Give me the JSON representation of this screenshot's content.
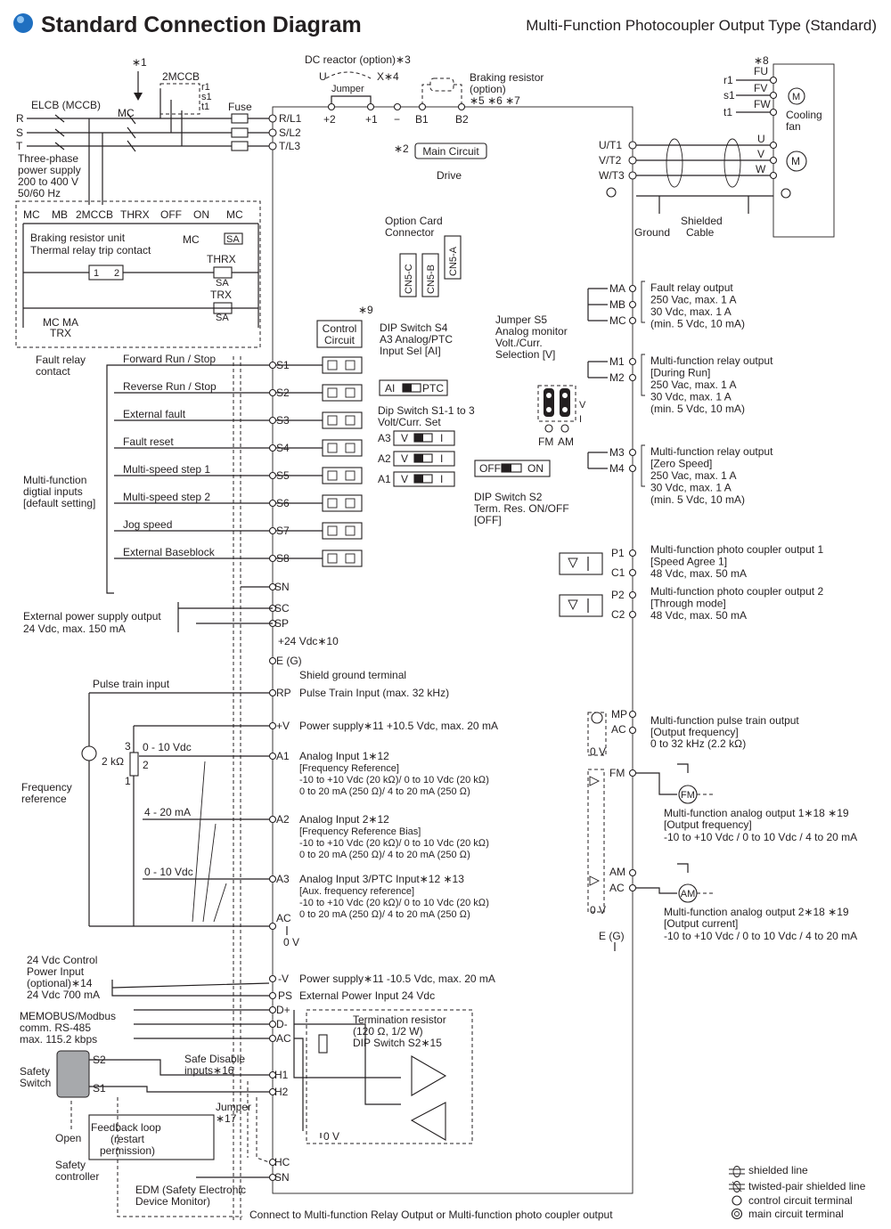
{
  "header": {
    "title": "Standard Connection Diagram",
    "subtitle": "Multi-Function Photocoupler Output Type (Standard)"
  },
  "power": {
    "note1": "∗1",
    "mccb2": "2MCCB",
    "mccb2_contacts": [
      "r1",
      "s1",
      "t1"
    ],
    "elcb": "ELCB (MCCB)",
    "mc": "MC",
    "fuse": "Fuse",
    "phases": [
      "R",
      "S",
      "T"
    ],
    "supply": [
      "Three-phase",
      "power supply",
      "200 to 400 V",
      "50/60 Hz"
    ],
    "dc_reactor": "DC reactor (option)∗3",
    "u_label": "U",
    "x_label": "X∗4",
    "jumper": "Jumper",
    "braking_resistor": [
      "Braking resistor",
      "(option)",
      "∗5 ∗6 ∗7"
    ],
    "input_terminals": [
      "R/L1",
      "S/L2",
      "T/L3"
    ],
    "dc_terminals": [
      "+2",
      "+1",
      "−",
      "B1",
      "B2"
    ],
    "note2": "∗2",
    "main_circuit": "Main Circuit",
    "drive": "Drive",
    "output_terminals": [
      "U/T1",
      "V/T2",
      "W/T3"
    ],
    "ground": "Ground",
    "shielded_cable": [
      "Shielded",
      "Cable"
    ]
  },
  "fan": {
    "note8": "∗8",
    "fan_terminals": [
      "FU",
      "FV",
      "FW"
    ],
    "supply_labels": [
      "r1",
      "s1",
      "t1"
    ],
    "cooling_fan": [
      "Cooling",
      "fan"
    ],
    "motor_terminals": [
      "U",
      "V",
      "W"
    ]
  },
  "sequence": {
    "labels": [
      "MC",
      "MB",
      "2MCCB",
      "THRX",
      "OFF",
      "ON",
      "MC"
    ],
    "mc_bottom": "MC",
    "sa": "SA",
    "braking_unit": [
      "Braking resistor unit",
      "Thermal relay trip contact"
    ],
    "thrx": "THRX",
    "trx": "TRX",
    "mc_ma": "MC MA",
    "fault_relay_contact": [
      "Fault relay",
      "contact"
    ]
  },
  "option_card": {
    "label": [
      "Option Card",
      "Connector"
    ],
    "connectors": [
      "CN5-C",
      "CN5-B",
      "CN5-A"
    ],
    "note9": "∗9",
    "control_circuit": [
      "Control",
      "Circuit"
    ]
  },
  "digital_inputs": {
    "group_label": [
      "Multi-function",
      "digtial inputs",
      "[default setting]"
    ],
    "items": [
      {
        "name": "Forward Run / Stop",
        "term": "S1"
      },
      {
        "name": "Reverse Run / Stop",
        "term": "S2"
      },
      {
        "name": "External fault",
        "term": "S3"
      },
      {
        "name": "Fault reset",
        "term": "S4"
      },
      {
        "name": "Multi-speed step 1",
        "term": "S5"
      },
      {
        "name": "Multi-speed step 2",
        "term": "S6"
      },
      {
        "name": "Jog speed",
        "term": "S7"
      },
      {
        "name": "External Baseblock",
        "term": "S8"
      }
    ],
    "sn": "SN",
    "sc": "SC",
    "sp": "SP",
    "ext_power": [
      "External power supply output",
      "24 Vdc, max. 150 mA"
    ],
    "plus24": "+24 Vdc∗10"
  },
  "dip": {
    "s4": [
      "DIP Switch S4",
      "A3 Analog/PTC",
      "Input Sel [AI]"
    ],
    "ai": "AI",
    "ptc": "PTC",
    "s1": [
      "Dip Switch S1-1 to 3",
      "Volt/Curr. Set"
    ],
    "a_labels": [
      "A3",
      "A2",
      "A1"
    ],
    "v": "V",
    "i": "I",
    "off": "OFF",
    "on": "ON",
    "s2": [
      "DIP Switch S2",
      "Term. Res. ON/OFF",
      "[OFF]"
    ],
    "s5": [
      "Jumper S5",
      "Analog monitor",
      "Volt./Curr.",
      "Selection [V]"
    ],
    "fm": "FM",
    "am": "AM"
  },
  "relays": [
    {
      "terms": [
        "MA",
        "MB",
        "MC"
      ],
      "lines": [
        "Fault relay output",
        "250 Vac, max. 1 A",
        "30 Vdc, max. 1 A",
        "(min. 5 Vdc, 10 mA)"
      ]
    },
    {
      "terms": [
        "M1",
        "M2"
      ],
      "lines": [
        "Multi-function relay output",
        "[During Run]",
        "250 Vac, max. 1 A",
        "30 Vdc, max. 1 A",
        "(min. 5 Vdc, 10 mA)"
      ]
    },
    {
      "terms": [
        "M3",
        "M4"
      ],
      "lines": [
        "Multi-function relay output",
        "[Zero Speed]",
        "250 Vac, max. 1 A",
        "30 Vdc, max. 1 A",
        "(min. 5 Vdc, 10 mA)"
      ]
    }
  ],
  "photo_outputs": [
    {
      "terms": [
        "P1",
        "C1"
      ],
      "lines": [
        "Multi-function photo coupler output 1",
        "[Speed Agree 1]",
        "48 Vdc, max. 50 mA"
      ]
    },
    {
      "terms": [
        "P2",
        "C2"
      ],
      "lines": [
        "Multi-function photo coupler output 2",
        "[Through mode]",
        "48 Vdc, max. 50 mA"
      ]
    }
  ],
  "analog_in": {
    "shield_term": "E (G)",
    "shield_label": "Shield ground terminal",
    "pulse_train_input": "Pulse train input",
    "rp": "RP",
    "rp_label": "Pulse Train Input (max. 32 kHz)",
    "plus_v": "+V",
    "plus_v_label": "Power supply∗11 +10.5 Vdc, max. 20 mA",
    "freq_ref": [
      "Frequency",
      "reference"
    ],
    "pot": "2 kΩ",
    "pot_pins": [
      "3",
      "2",
      "1"
    ],
    "ranges": [
      "0 - 10 Vdc",
      "4 - 20 mA",
      "0 - 10 Vdc"
    ],
    "a1": "A1",
    "a1_lines": [
      "Analog Input 1∗12",
      "[Frequency Reference]",
      "-10 to +10 Vdc (20 kΩ)/ 0 to 10 Vdc (20 kΩ)",
      "0 to 20 mA (250 Ω)/ 4 to 20 mA (250 Ω)"
    ],
    "a2": "A2",
    "a2_lines": [
      "Analog Input 2∗12",
      "[Frequency Reference Bias]",
      "-10 to +10 Vdc (20 kΩ)/ 0 to 10 Vdc (20 kΩ)",
      "0 to 20 mA (250 Ω)/ 4 to 20 mA (250 Ω)"
    ],
    "a3": "A3",
    "a3_lines": [
      "Analog Input 3/PTC Input∗12 ∗13",
      "[Aux. frequency reference]",
      "-10 to +10 Vdc (20 kΩ)/ 0 to 10 Vdc (20 kΩ)",
      "0 to 20 mA (250 Ω)/ 4 to 20 mA (250 Ω)"
    ],
    "ac": "AC",
    "zero_v": "0 V"
  },
  "analog_out": {
    "mp": "MP",
    "ac": "AC",
    "zero_v": "0 V",
    "pulse_lines": [
      "Multi-function pulse train output",
      "[Output frequency]",
      "0 to 32 kHz (2.2 kΩ)"
    ],
    "fm": "FM",
    "am": "AM",
    "fm_meter": "FM",
    "am_meter": "AM",
    "out1_lines": [
      "Multi-function analog output 1∗18 ∗19",
      "[Output frequency]",
      "-10 to +10 Vdc / 0 to 10 Vdc / 4 to 20 mA"
    ],
    "out2_lines": [
      "Multi-function analog output 2∗18 ∗19",
      "[Output current]",
      "-10 to +10 Vdc / 0 to 10 Vdc / 4 to 20 mA"
    ],
    "eg": "E (G)"
  },
  "lower": {
    "ctrl_power": [
      "24 Vdc Control",
      "Power Input",
      "(optional)∗14",
      "24 Vdc 700 mA"
    ],
    "minus_v": "-V",
    "minus_v_label": "Power supply∗11 -10.5 Vdc, max. 20 mA",
    "ps": "PS",
    "ps_label": "External Power Input 24 Vdc",
    "modbus": [
      "MEMOBUS/Modbus",
      "comm. RS-485",
      "max. 115.2 kbps"
    ],
    "d_terms": [
      "D+",
      "D-",
      "AC"
    ],
    "termination": [
      "Termination resistor",
      "(120 Ω, 1/2 W)",
      "DIP Switch S2∗15"
    ],
    "zero_v": "0 V",
    "safety_switch": [
      "Safety",
      "Switch"
    ],
    "s2": "S2",
    "s1": "S1",
    "safe_disable": [
      "Safe Disable",
      "inputs∗16"
    ],
    "h_terms": [
      "H1",
      "H2",
      "HC",
      "SN"
    ],
    "jumper17": [
      "Jumper",
      "∗17"
    ],
    "open": "Open",
    "feedback": [
      "Feedback loop",
      "(restart",
      "permission)"
    ],
    "safety_controller": [
      "Safety",
      "controller"
    ],
    "edm": [
      "EDM (Safety Electronic",
      "Device Monitor)"
    ],
    "connect_note": "Connect to Multi-function Relay Output or Multi-function photo coupler output"
  },
  "legend": {
    "items": [
      "shielded line",
      "twisted-pair shielded line",
      "control circuit terminal",
      "main circuit terminal"
    ]
  }
}
